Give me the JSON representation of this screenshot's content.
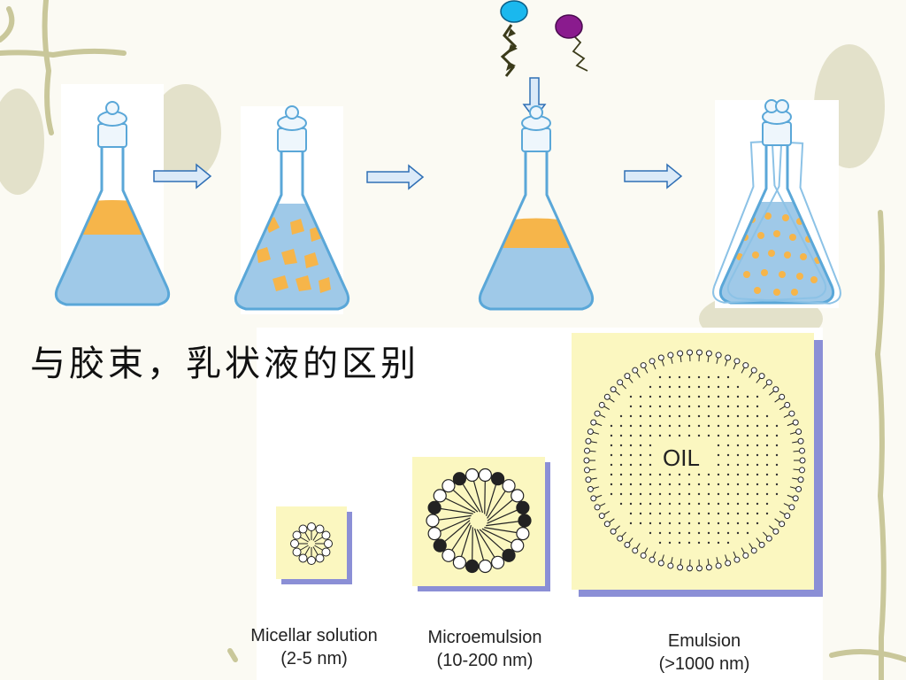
{
  "title": "与胶束，乳状液的区别",
  "colors": {
    "flask_glass": "#5aa7d8",
    "water": "#9fc9e8",
    "oil": "#f6b54a",
    "arrow_fill": "#dbeaf8",
    "arrow_stroke": "#2f6fb5",
    "panel_fill": "#fbf7c0",
    "panel_shadow": "#8b8fd6",
    "surfactant_head_blue": "#1ab8ee",
    "surfactant_head_purple": "#8a1b8e"
  },
  "icons": [
    "surfactant-molecule-icon",
    "flask-icon",
    "arrow-right-icon",
    "arrow-down-icon"
  ],
  "systems": [
    {
      "name": "Micellar solution",
      "size": "(2-5 nm)"
    },
    {
      "name": "Microemulsion",
      "size": "(10-200 nm)"
    },
    {
      "name": "Emulsion",
      "size": "(>1000 nm)",
      "core_label": "OIL"
    }
  ]
}
